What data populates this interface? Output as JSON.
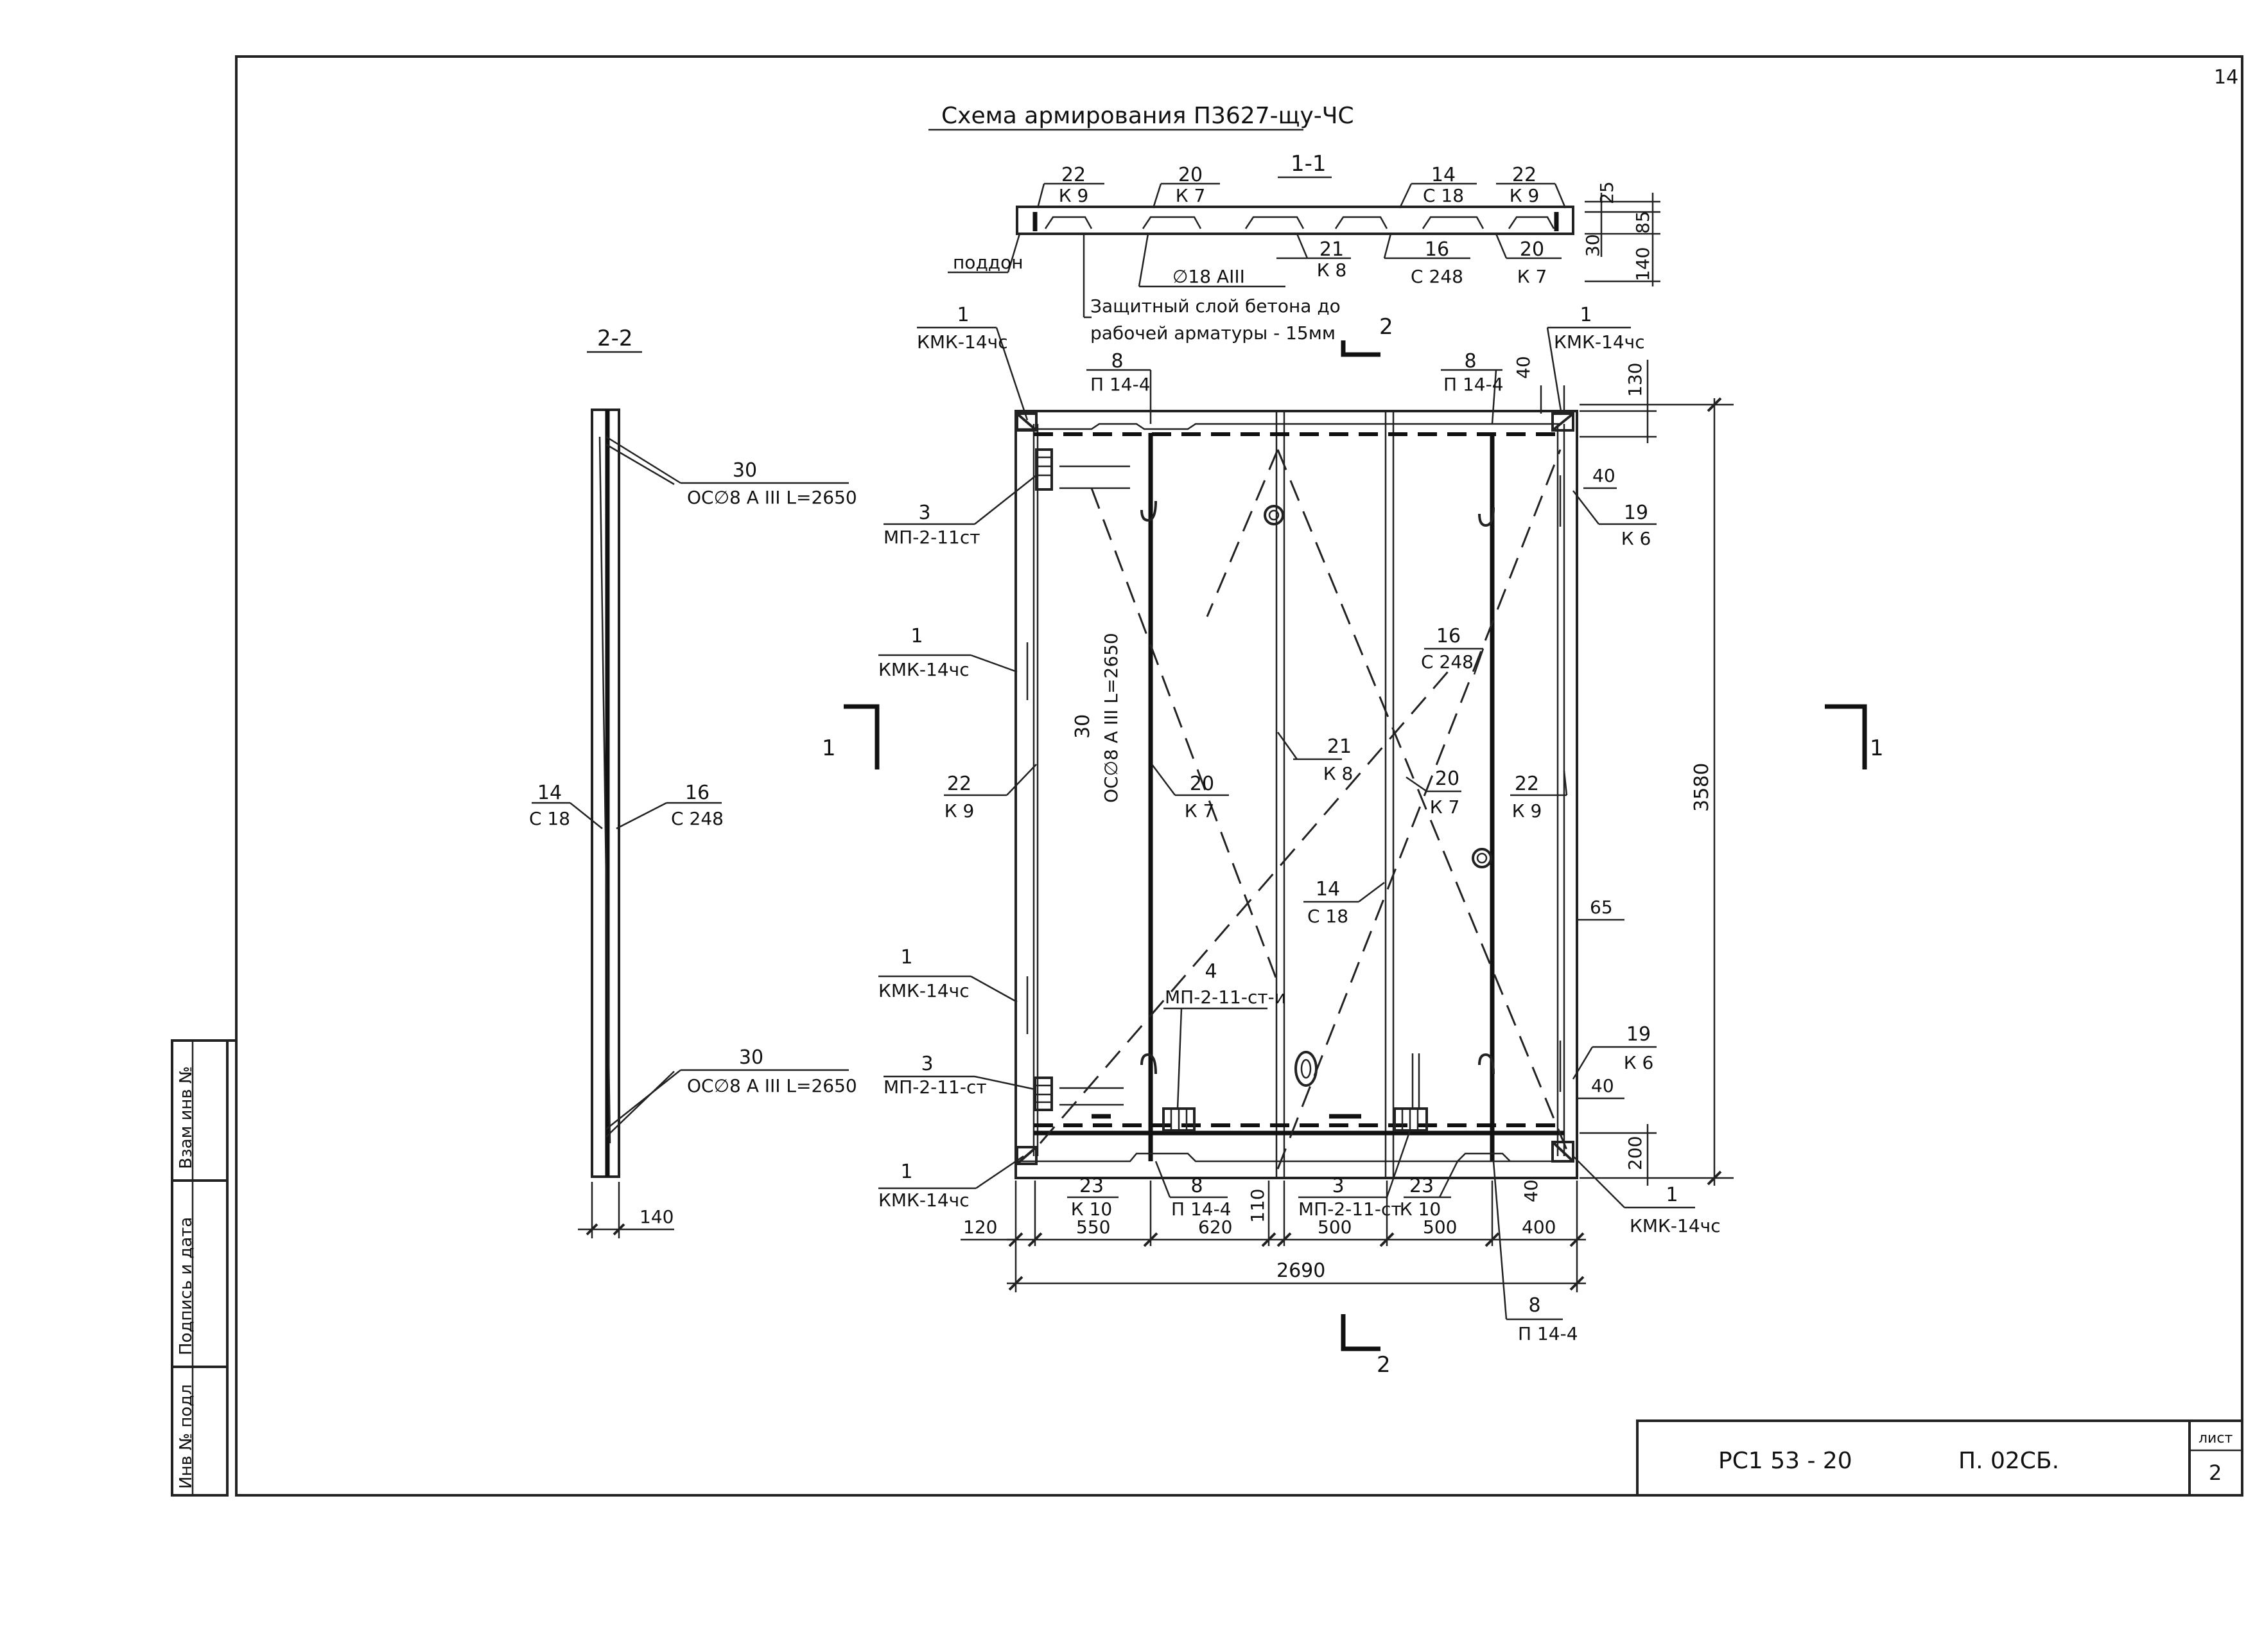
{
  "sheet": {
    "title": "Схема армирования  П3627-щу-ЧС",
    "sheet_number_top": "14",
    "code": "РС1  53 - 20",
    "doc": "П. 02СБ.",
    "list_label": "лист",
    "list_value": "2"
  },
  "side_stamp": [
    "Взам инв №",
    "Подпись и дата",
    "Инв № подл"
  ],
  "section_1_1": {
    "label": "1-1",
    "labels": [
      {
        "n": "22",
        "m": "К 9"
      },
      {
        "n": "20",
        "m": "К 7"
      },
      {
        "n": "14",
        "m": "С 18"
      },
      {
        "n": "22",
        "m": "К 9"
      },
      {
        "n": "21",
        "m": "К 8"
      },
      {
        "n": "16",
        "m": "С 248"
      },
      {
        "n": "20",
        "m": "К 7"
      }
    ],
    "dims": [
      "25",
      "85",
      "30",
      "140"
    ],
    "tray": "поддон",
    "bar": "∅18 АIII",
    "note1": "Защитный слой бетона до",
    "note2": "рабочей  арматуры - 15мм"
  },
  "section_2_2": {
    "label": "2-2",
    "labels": [
      {
        "n": "30",
        "m": "ОС∅8 А III L=2650"
      },
      {
        "n": "14",
        "m": "С 18"
      },
      {
        "n": "16",
        "m": "С 248"
      },
      {
        "n": "30",
        "m": "ОС∅8 А III L=2650"
      }
    ],
    "dim": "140"
  },
  "plan": {
    "cut2": "2",
    "cut1": "1",
    "labels": [
      {
        "n": "1",
        "m": "КМК-14чс"
      },
      {
        "n": "8",
        "m": "П 14-4"
      },
      {
        "n": "8",
        "m": "П 14-4"
      },
      {
        "n": "1",
        "m": "КМК-14чс"
      },
      {
        "n": "3",
        "m": "МП-2-11ст"
      },
      {
        "n": "19",
        "m": "К 6"
      },
      {
        "n": "1",
        "m": "КМК-14чс"
      },
      {
        "n": "16",
        "m": "С 248"
      },
      {
        "n": "22",
        "m": "К 9"
      },
      {
        "n": "20",
        "m": "К 7"
      },
      {
        "n": "21",
        "m": "К 8"
      },
      {
        "n": "20",
        "m": "К 7"
      },
      {
        "n": "22",
        "m": "К 9"
      },
      {
        "n": "14",
        "m": "С 18"
      },
      {
        "n": "1",
        "m": "КМК-14чс"
      },
      {
        "n": "4",
        "m": "МП-2-11-ст-и"
      },
      {
        "n": "3",
        "m": "МП-2-11-ст"
      },
      {
        "n": "19",
        "m": "К 6"
      },
      {
        "n": "1",
        "m": "КМК-14чс"
      },
      {
        "n": "23",
        "m": "К 10"
      },
      {
        "n": "8",
        "m": "П 14-4"
      },
      {
        "n": "3",
        "m": "МП-2-11-ст"
      },
      {
        "n": "23",
        "m": "К 10"
      },
      {
        "n": "1",
        "m": "КМК-14чс"
      },
      {
        "n": "8",
        "m": "П 14-4"
      }
    ],
    "bar30": "30",
    "bar30_text": "ОС∅8 А III L=2650",
    "dims_top": [
      "130",
      "40"
    ],
    "dims_right": [
      "40",
      "65",
      "40",
      "200",
      "3580"
    ],
    "dims_bottom": [
      "120",
      "550",
      "620",
      "110",
      "500",
      "500",
      "40",
      "400"
    ],
    "total": "2690"
  }
}
